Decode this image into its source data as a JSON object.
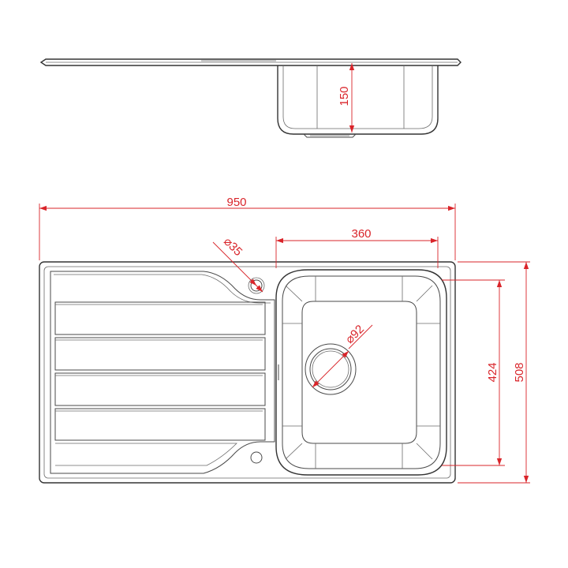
{
  "dimensions": {
    "overall_width": "950",
    "bowl_width": "360",
    "bowl_depth": "150",
    "bowl_length": "424",
    "overall_length": "508",
    "tap_hole_diameter": "35",
    "waste_diameter": "92",
    "diameter_symbol": "⌀"
  },
  "colors": {
    "dimension_lines": "#d9242a",
    "outline": "#4a4a4a",
    "background": "#ffffff"
  }
}
